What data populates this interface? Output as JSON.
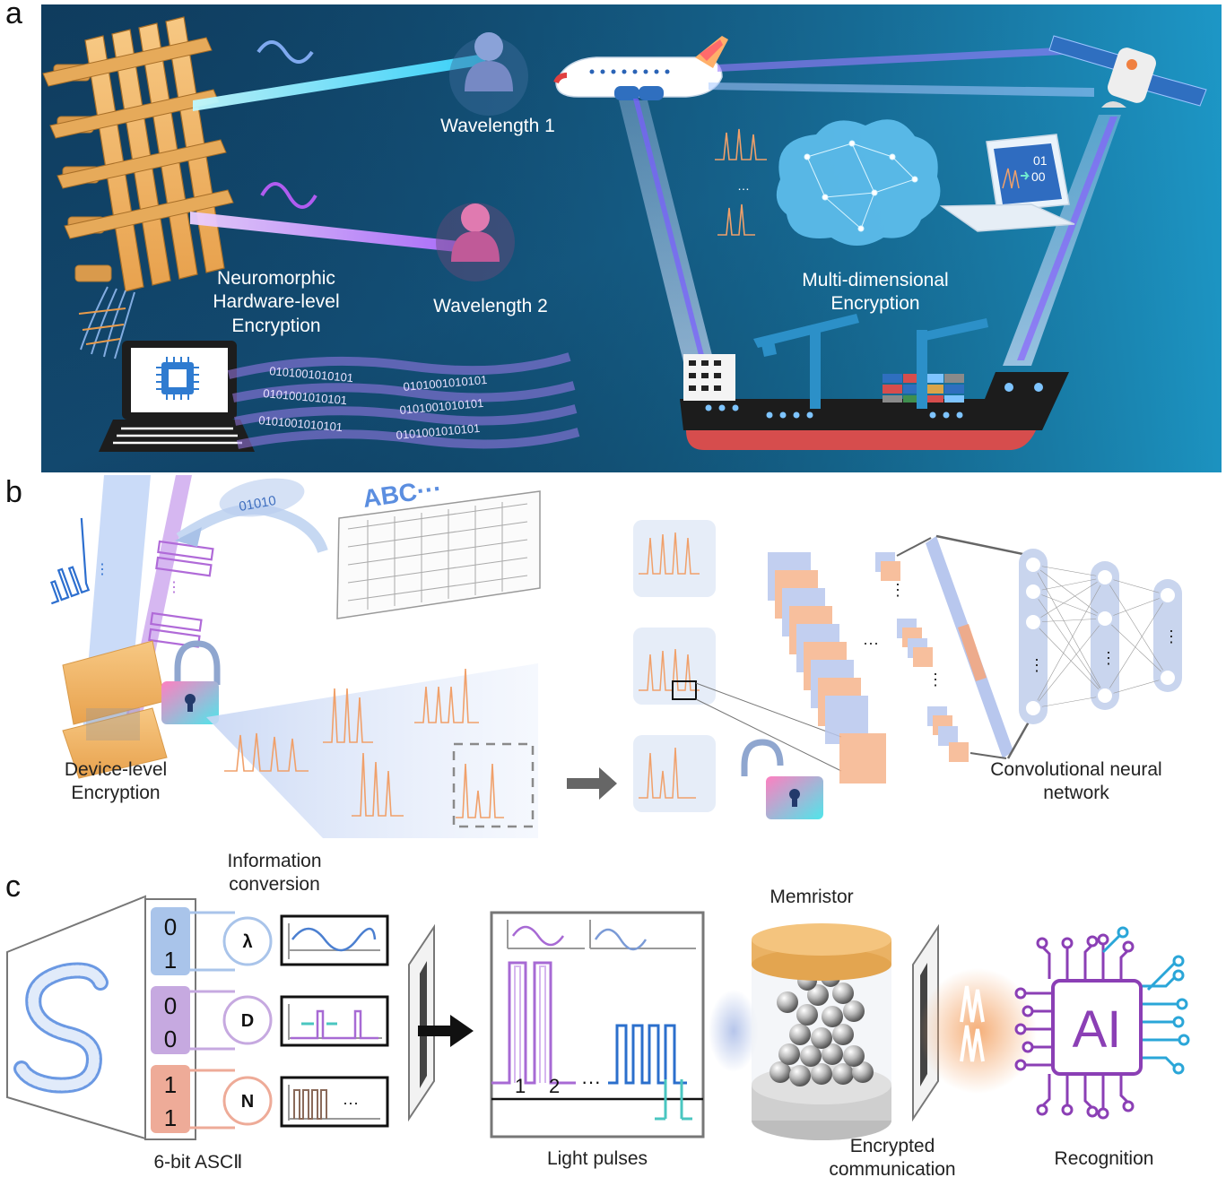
{
  "panels": {
    "a": {
      "letter": "a",
      "wavelength_1": "Wavelength 1",
      "wavelength_2": "Wavelength 2",
      "hardware_label": [
        "Neuromorphic",
        "Hardware-level",
        "Encryption"
      ],
      "multi_label": [
        "Multi-dimensional",
        "Encryption"
      ],
      "binary_string": "0101001010101",
      "laptop_screen": [
        "01",
        "00"
      ]
    },
    "b": {
      "letter": "b",
      "keyboard_text": "ABC···",
      "cable_text": "01010",
      "device_label": [
        "Device-level",
        "Encryption"
      ],
      "cnn_label": [
        "Convolutional neural",
        "network"
      ]
    },
    "c": {
      "letter": "c",
      "info_label": [
        "Information",
        "conversion"
      ],
      "bits": [
        {
          "top": "0",
          "bottom": "1",
          "symbol": "λ",
          "color": "#a9c4ea"
        },
        {
          "top": "0",
          "bottom": "0",
          "symbol": "D",
          "color": "#c6a9e0"
        },
        {
          "top": "1",
          "bottom": "1",
          "symbol": "N",
          "color": "#eeab98"
        }
      ],
      "ascii_label": "6-bit  ASCⅡ",
      "pulse_numbers": [
        "1",
        "2"
      ],
      "ellipsis": "···",
      "light_label": "Light pulses",
      "memristor_label": "Memristor",
      "encrypted_label": [
        "Encrypted",
        "communication"
      ],
      "ai_text": "AI",
      "recognition_label": "Recognition"
    }
  },
  "colors": {
    "night_sky_top": "#1f8bc4",
    "night_sky_bottom": "#0d2d49",
    "beam_cyan": "#5ee8ff",
    "beam_violet": "#c07cff",
    "spike_orange": "#f0a06a",
    "ai_purple": "#8b3fb5",
    "ai_blue": "#2aa6d8",
    "block_gold": "#f3b866"
  },
  "icons": [
    "crossbar-array-icon",
    "person-icon",
    "airplane-icon",
    "satellite-icon",
    "brain-icon",
    "laptop-icon",
    "ship-icon",
    "crane-icon",
    "chip-icon",
    "keyboard-icon",
    "padlock-icon",
    "neural-network-icon",
    "memristor-icon",
    "ai-chip-icon",
    "arrow-right-icon"
  ]
}
